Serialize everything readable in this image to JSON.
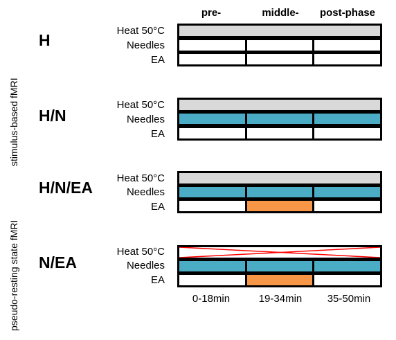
{
  "phases": [
    "pre-",
    "middle-",
    "post-phase"
  ],
  "times": [
    "0-18min",
    "19-34min",
    "35-50min"
  ],
  "side_labels": {
    "stimulus": "stimulus-based  fMRI",
    "resting": "pseudo-resting  state  fMRI"
  },
  "row_labels": {
    "heat": "Heat 50°C",
    "needles": "Needles",
    "ea": "EA"
  },
  "colors": {
    "heat": "#d9d9d9",
    "needles": "#4bacc6",
    "ea": "#f79646",
    "cross": "#ff0000"
  },
  "conditions": [
    {
      "name": "H",
      "heat": "on",
      "needles": [
        "off",
        "off",
        "off"
      ],
      "ea": [
        "off",
        "off",
        "off"
      ]
    },
    {
      "name": "H/N",
      "heat": "on",
      "needles": [
        "on",
        "on",
        "on"
      ],
      "ea": [
        "off",
        "off",
        "off"
      ]
    },
    {
      "name": "H/N/EA",
      "heat": "on",
      "needles": [
        "on",
        "on",
        "on"
      ],
      "ea": [
        "off",
        "on",
        "off"
      ]
    },
    {
      "name": "N/EA",
      "heat": "crossed",
      "needles": [
        "on",
        "on",
        "on"
      ],
      "ea": [
        "off",
        "on",
        "off"
      ]
    }
  ]
}
